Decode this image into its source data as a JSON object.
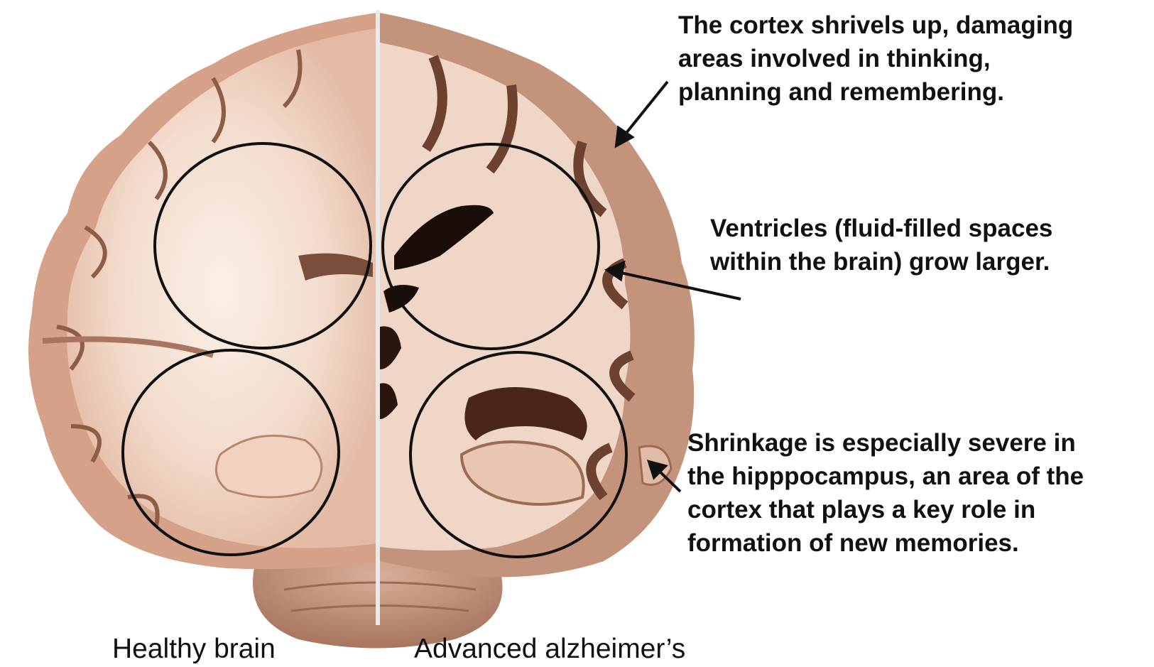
{
  "annotations": {
    "cortex": {
      "lines": [
        "The cortex shrivels up, damaging",
        "areas involved in thinking,",
        "planning and remembering."
      ]
    },
    "ventricles": {
      "lines": [
        "Ventricles (fluid-filled spaces",
        "within the brain) grow larger."
      ]
    },
    "hippocampus": {
      "lines": [
        "Shrinkage is especially severe in",
        "the hipppocampus, an area of the",
        "cortex that plays a key role in",
        "formation of new memories."
      ]
    }
  },
  "captions": {
    "healthy": "Healthy brain",
    "alzheimers": "Advanced alzheimer’s"
  },
  "colors": {
    "cortex_tissue": "#d9a88f",
    "white_matter": "#f5e2d6",
    "shadow": "#7a4e3a",
    "ventricle": "#1a0d08",
    "outline": "#111111",
    "divider": "#e8e8e8"
  }
}
